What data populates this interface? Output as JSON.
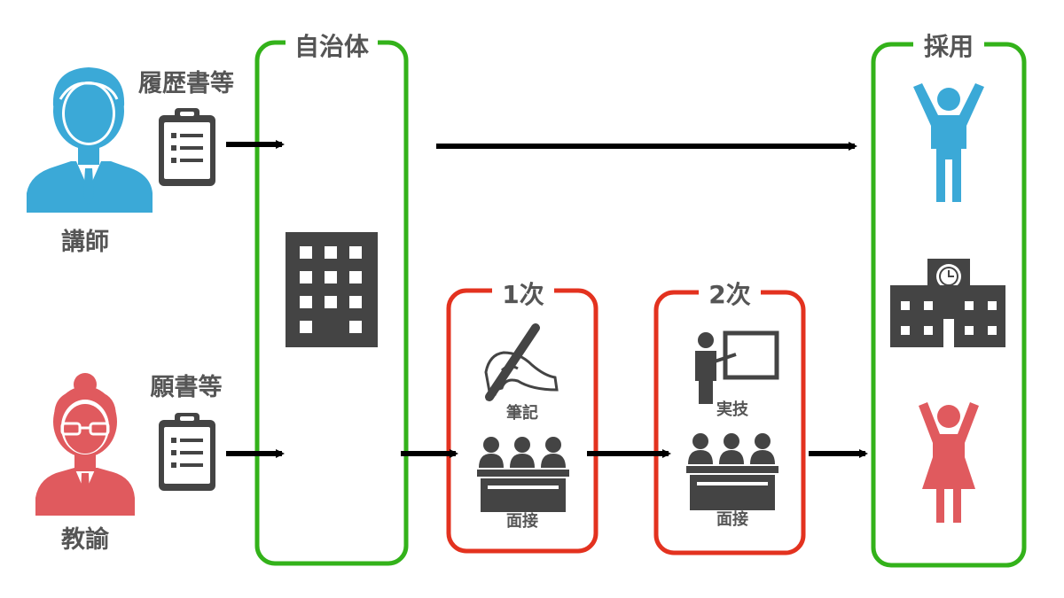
{
  "actors": {
    "lecturer": {
      "label": "講師",
      "document_label": "履歴書等"
    },
    "teacher": {
      "label": "教諭",
      "document_label": "願書等"
    }
  },
  "stages": {
    "municipality": {
      "title": "自治体"
    },
    "first_round": {
      "title": "1次",
      "items": [
        "筆記",
        "面接"
      ]
    },
    "second_round": {
      "title": "2次",
      "items": [
        "実技",
        "面接"
      ]
    },
    "hiring": {
      "title": "採用"
    }
  },
  "colors": {
    "green_frame": "#33b21a",
    "red_frame": "#e3321f",
    "lecturer_blue": "#3ba9d7",
    "teacher_red": "#e05a5e",
    "icon_dark": "#444444",
    "label_gray": "#555555",
    "arrow": "#000000"
  },
  "icons": [
    "person-tie-icon",
    "woman-glasses-icon",
    "clipboard-icon",
    "office-building-icon",
    "pen-writing-icon",
    "interview-panel-icon",
    "presentation-board-icon",
    "person-arms-up-icon",
    "school-clock-icon",
    "woman-arms-up-icon"
  ]
}
